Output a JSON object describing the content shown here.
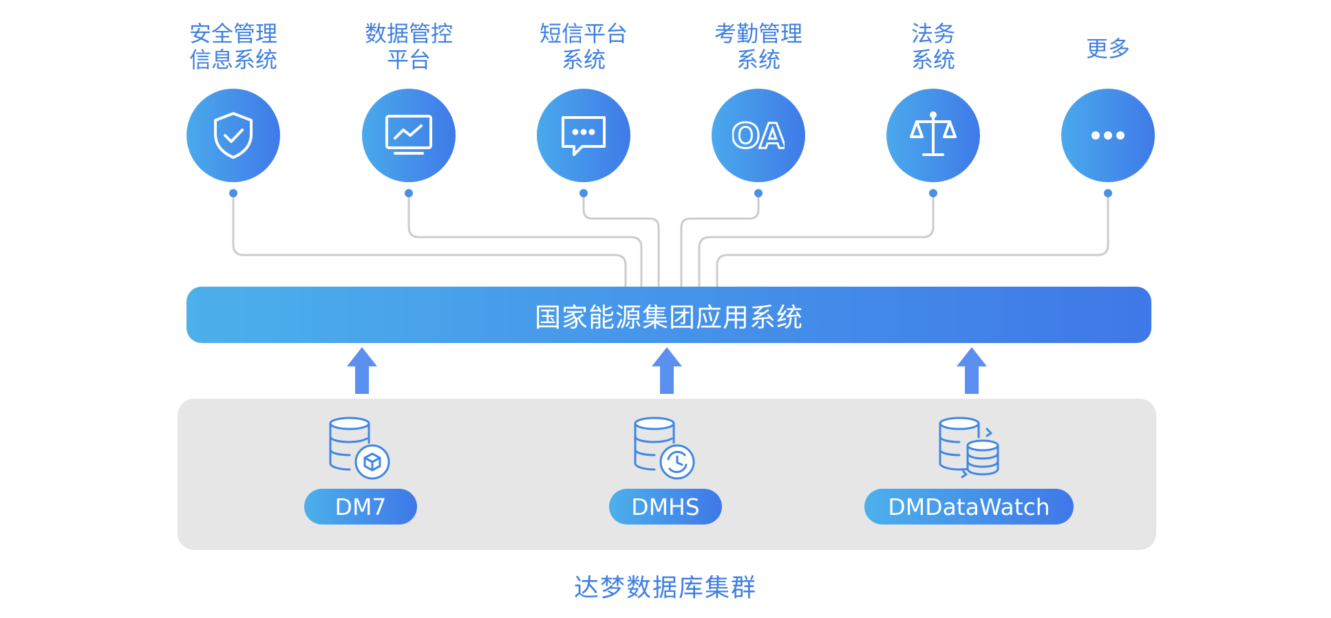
{
  "systems": [
    {
      "label": "安全管理\n信息系统",
      "icon": "shield-check-icon"
    },
    {
      "label": "数据管控\n平台",
      "icon": "monitor-chart-icon"
    },
    {
      "label": "短信平台\n系统",
      "icon": "chat-bubble-icon"
    },
    {
      "label": "考勤管理\n系统",
      "icon": "oa-icon"
    },
    {
      "label": "法务\n系统",
      "icon": "scales-icon"
    },
    {
      "label": "更多",
      "icon": "more-dots-icon"
    }
  ],
  "oa_text": "OA",
  "app_bar": {
    "label": "国家能源集团应用系统"
  },
  "cluster": {
    "label": "达梦数据库集群",
    "products": [
      {
        "name": "DM7",
        "icon": "database-cube-icon"
      },
      {
        "name": "DMHS",
        "icon": "database-sync-icon"
      },
      {
        "name": "DMDataWatch",
        "icon": "database-replica-icon"
      }
    ]
  },
  "colors": {
    "accent": "#3f7fe0",
    "gradient_start": "#4cb0eb",
    "gradient_end": "#3f78e8",
    "arrow": "#5b8ff0",
    "cluster_bg": "#e6e6e6",
    "wire": "#cccccc"
  }
}
